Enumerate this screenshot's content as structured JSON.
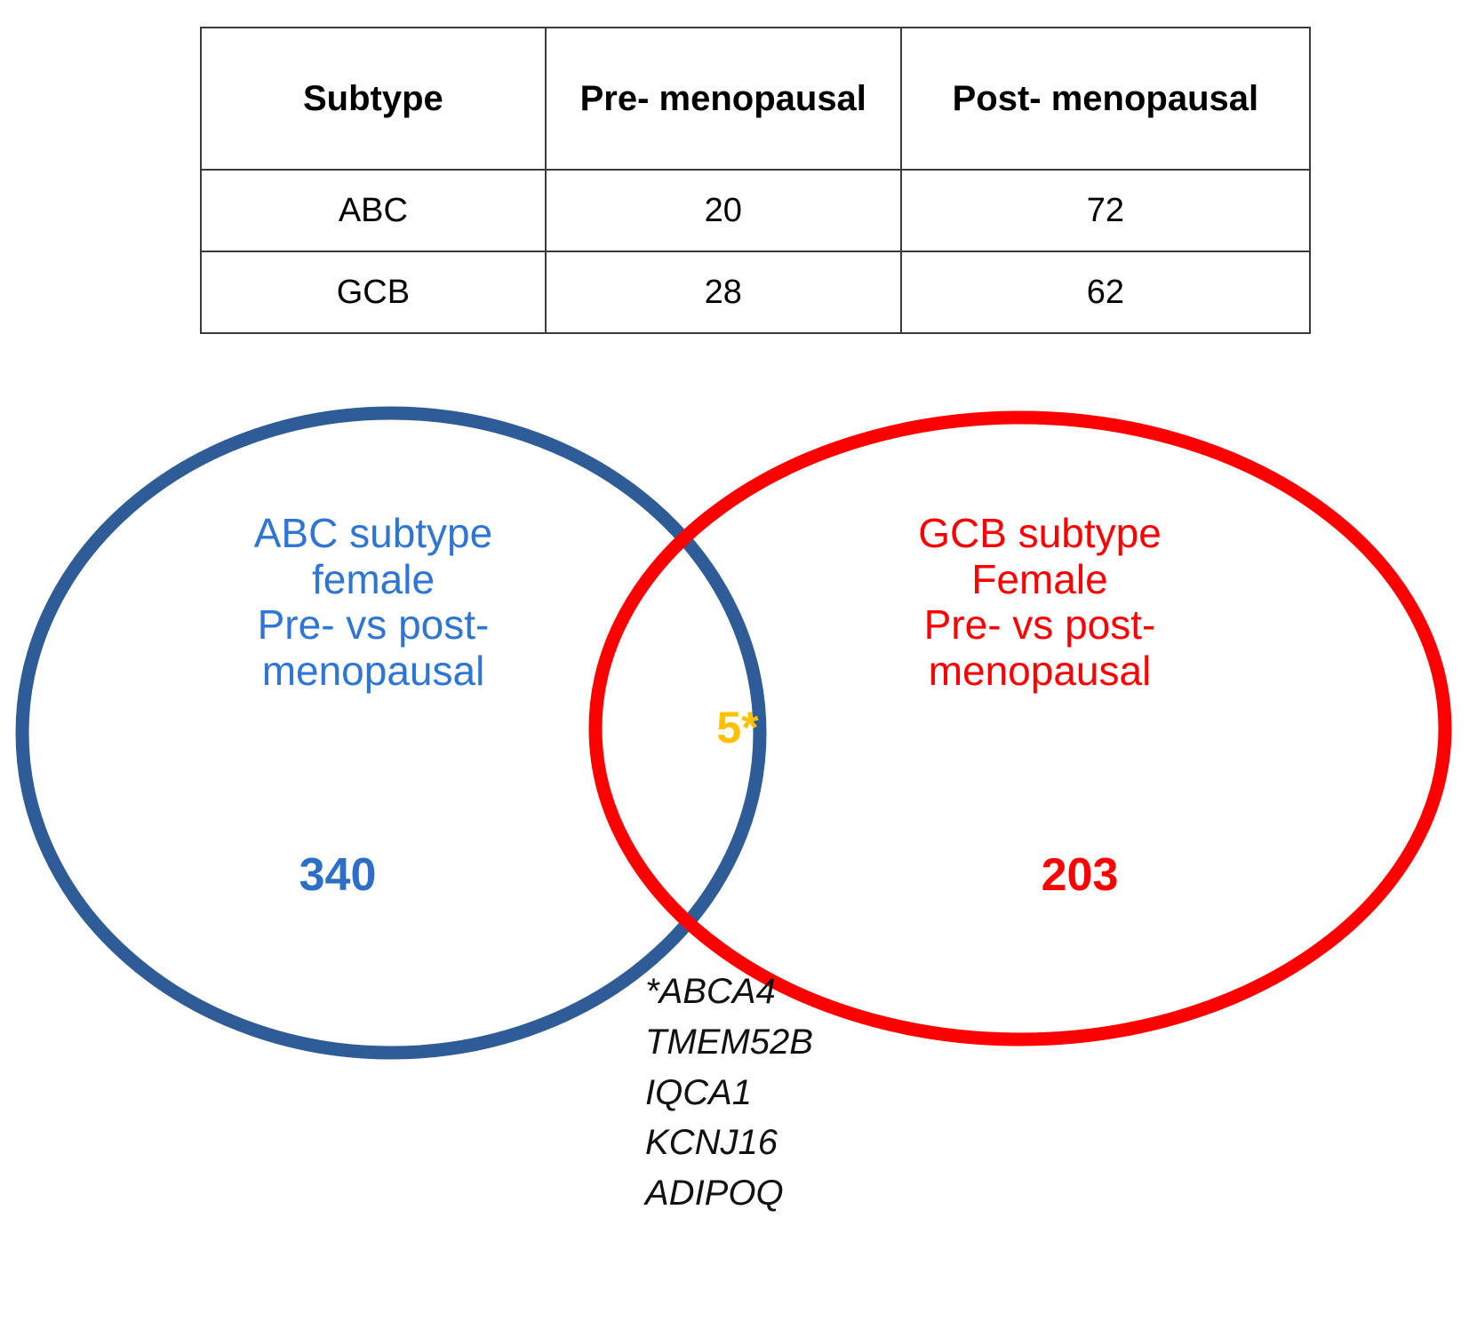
{
  "table": {
    "columns": [
      "Subtype",
      "Pre-\nmenopausal",
      "Post-\nmenopausal"
    ],
    "rows": [
      [
        "ABC",
        "20",
        "72"
      ],
      [
        "GCB",
        "28",
        "62"
      ]
    ]
  },
  "venn": {
    "left_label": "ABC subtype\nfemale\nPre- vs post-\nmenopausal",
    "right_label": "GCB subtype\nFemale\nPre- vs post-\nmenopausal",
    "left_count": "340",
    "right_count": "203",
    "intersection_count": "5*",
    "left_color": "#2E5C96",
    "left_text_color": "#2E75D4",
    "left_count_color": "#2E6FC6",
    "right_color": "#FF0000",
    "right_text_color": "#FF0000",
    "right_count_color": "#FF0000",
    "intersection_color": "#FFC000"
  },
  "gene_list": [
    "*ABCA4",
    "TMEM52B",
    "IQCA1",
    "KCNJ16",
    "ADIPOQ"
  ],
  "chart_data": {
    "type": "venn",
    "title": "",
    "sets": [
      {
        "name": "ABC subtype female Pre- vs post-menopausal",
        "only": 340,
        "color": "#2E5C96"
      },
      {
        "name": "GCB subtype Female Pre- vs post-menopausal",
        "only": 203,
        "color": "#FF0000"
      }
    ],
    "intersection": 5,
    "intersection_members": [
      "ABCA4",
      "TMEM52B",
      "IQCA1",
      "KCNJ16",
      "ADIPOQ"
    ],
    "table": {
      "type": "table",
      "columns": [
        "Subtype",
        "Pre-menopausal",
        "Post-menopausal"
      ],
      "rows": [
        [
          "ABC",
          20,
          72
        ],
        [
          "GCB",
          28,
          62
        ]
      ]
    }
  }
}
